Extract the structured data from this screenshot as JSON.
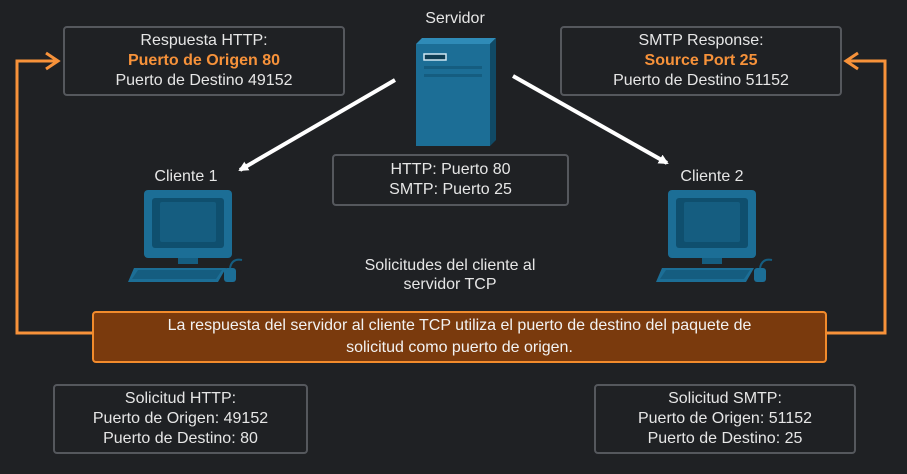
{
  "server": {
    "title": "Servidor",
    "ports_line1": "HTTP: Puerto 80",
    "ports_line2": "SMTP: Puerto 25"
  },
  "client1": {
    "label": "Cliente 1"
  },
  "client2": {
    "label": "Cliente 2"
  },
  "http_response": {
    "line1": "Respuesta HTTP:",
    "line2": "Puerto de Origen 80",
    "line3": "Puerto de Destino 49152"
  },
  "smtp_response": {
    "line1": "SMTP Response:",
    "line2": "Source Port 25",
    "line3": "Puerto de Destino 51152"
  },
  "center_text": {
    "line1": "Solicitudes del cliente al",
    "line2": "servidor TCP"
  },
  "note": {
    "line1": "La respuesta del servidor al cliente TCP utiliza el puerto de destino del paquete de",
    "line2": "solicitud como puerto de origen."
  },
  "http_request": {
    "line1": "Solicitud HTTP:",
    "line2": "Puerto de Origen: 49152",
    "line3": "Puerto de Destino: 80"
  },
  "smtp_request": {
    "line1": "Solicitud SMTP:",
    "line2": "Puerto de Origen: 51152",
    "line3": "Puerto de Destino: 25"
  },
  "colors": {
    "background": "#1f2124",
    "accent_orange": "#f7923a",
    "device_blue": "#1c6e96",
    "box_border": "#55585d"
  }
}
